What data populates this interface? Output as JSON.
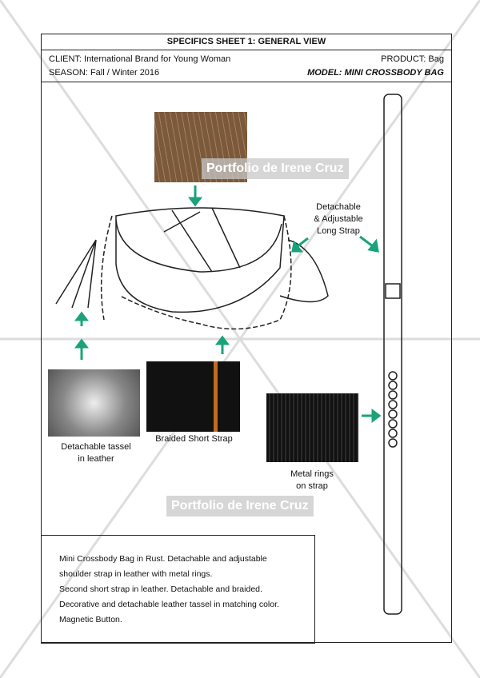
{
  "header": {
    "title": "SPECIFICS SHEET 1: GENERAL VIEW"
  },
  "info": {
    "client": "CLIENT: International Brand for Young Woman",
    "season": "SEASON: Fall / Winter 2016",
    "product": "PRODUCT: Bag",
    "model": "MODEL: MINI CROSSBODY BAG"
  },
  "labels": {
    "long_strap": [
      "Detachable",
      "& Adjustable",
      "Long Strap"
    ],
    "tassel": [
      "Detachable tassel",
      "in leather"
    ],
    "short_strap": "Braided Short Strap",
    "rings": [
      "Metal rings",
      "on strap"
    ]
  },
  "watermark": "Portfolio de Irene Cruz",
  "description": [
    "Mini Crossbody Bag in Rust. Detachable and adjustable",
    "shoulder strap in leather with metal rings.",
    "Second short strap in leather. Detachable and braided.",
    "Decorative and detachable leather tassel in matching color.",
    "Magnetic Button."
  ],
  "colors": {
    "arrow": "#1aa37a",
    "leather": "#8a6a48"
  }
}
